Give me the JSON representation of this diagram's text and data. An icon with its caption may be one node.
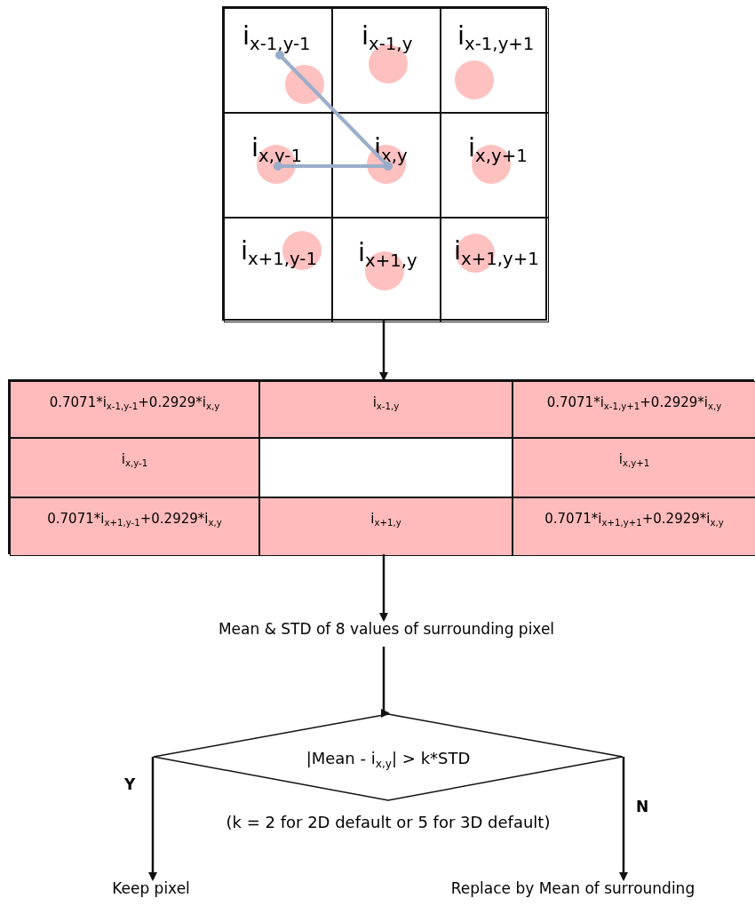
{
  "diagram": {
    "nodes": [
      {
        "text": [],
        "shape": "box"
      },
      {
        "text": [
          "i$_{x-1,y-1}$"
        ],
        "in": 0
      },
      {
        "text": [
          "i$_{x-1,y}$"
        ],
        "in": 0
      },
      {
        "text": [
          "i$_{x-1,y+1}$"
        ],
        "in": 0
      },
      {
        "text": [
          "i$_{x,y-1}$"
        ],
        "in": 0
      },
      {
        "text": [
          "i$_{x,y}$"
        ],
        "in": 0
      },
      {
        "text": [
          "i$_{x,y+1}$"
        ],
        "in": 0
      },
      {
        "text": [
          "i$_{x+1,y-1}$"
        ],
        "in": 0
      },
      {
        "text": [
          "i$_{x+1,y}$"
        ],
        "in": 0
      },
      {
        "text": [
          "i$_{x+1,y+1}$"
        ],
        "in": 0
      },
      {
        "text": [],
        "shape": "box"
      },
      {
        "text": [
          "0.7071*i$_{x-1,y-1}$+0.2929*i$_{x,y}$"
        ],
        "in": 10
      },
      {
        "text": [
          "i$_{x-1,y}$"
        ],
        "in": 10
      },
      {
        "text": [
          "0.7071*i$_{x-1,y+1}$+0.2929*i$_{x,y}$"
        ],
        "in": 10
      },
      {
        "text": [
          "i$_{x,y-1}$"
        ],
        "in": 10
      },
      {
        "text": [],
        "shape": "box",
        "in": 10
      },
      {
        "text": [
          "i$_{x,y+1}$"
        ],
        "in": 10
      },
      {
        "text": [
          "0.7071*i$_{x+1,y-1}$+0.2929*i$_{x,y}$"
        ],
        "in": 10
      },
      {
        "text": [
          "i$_{x+1,y}$"
        ],
        "in": 10
      },
      {
        "text": [
          "0.7071*i$_{x+1,y+1}$+0.2929*i$_{x,y}$"
        ],
        "in": 10
      },
      {
        "text": [
          "Mean & STD of 8 values of surrounding pixel"
        ]
      },
      {
        "text": [
          "|Mean - i$_{x,y}$| > k*STD",
          "(k = 2 for 2D default or 5 for 3D default)"
        ]
      },
      {
        "text": [
          "Keep pixel"
        ]
      },
      {
        "text": [
          "Replace by Mean of surrounding"
        ]
      }
    ],
    "edges": [
      {
        "from": 0,
        "to": 10,
        "arrow": "to"
      },
      {
        "from": 10,
        "to": 20,
        "arrow": "to"
      },
      {
        "from": 20,
        "to": 21,
        "arrow": "to"
      },
      {
        "from": 21,
        "to": 22,
        "arrow": "to",
        "label": "Y"
      },
      {
        "from": 21,
        "to": 23,
        "arrow": "to",
        "label": "N"
      },
      {
        "from": 1,
        "to": 5,
        "arrow": "other",
        "color": "#9aaecb"
      },
      {
        "from": 4,
        "to": 5,
        "arrow": "other",
        "color": "#9aaecb"
      }
    ]
  }
}
